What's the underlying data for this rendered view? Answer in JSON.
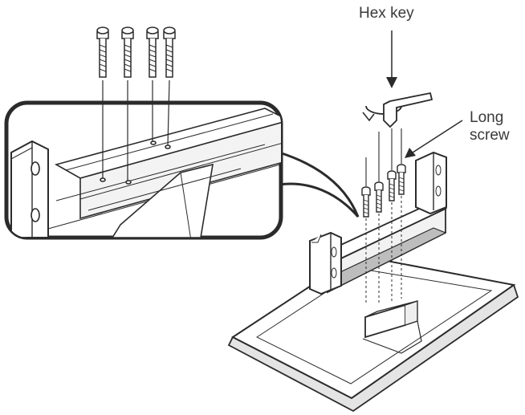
{
  "labels": {
    "hex_key": "Hex key",
    "long_screw_line1": "Long",
    "long_screw_line2": "screw"
  },
  "colors": {
    "line": "#2b2b2b",
    "fill": "#ffffff",
    "shade": "#d9d9d9",
    "text": "#3a3a3a"
  }
}
